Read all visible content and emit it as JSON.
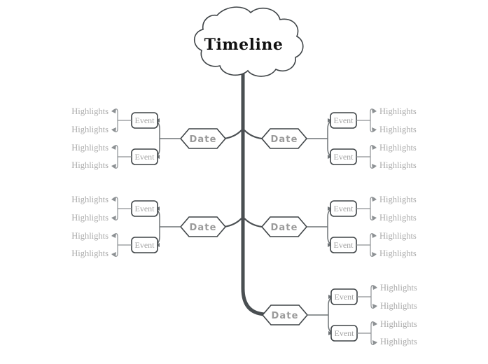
{
  "diagram": {
    "type": "mind-map",
    "title": "Timeline",
    "root": {
      "label": "Timeline",
      "shape": "cloud"
    },
    "labels": {
      "date": "Date",
      "event": "Event",
      "highlight": "Highlights"
    },
    "colors": {
      "background": "#ffffff",
      "trunk": "#4a4f52",
      "outline": "#3f4447",
      "connector": "#8d9194",
      "root_text": "#111111",
      "date_text": "#9a9a9a",
      "event_text": "#a3a3a3",
      "highlight_text": "#aaaaaa"
    },
    "branches": [
      {
        "id": "branch-left-1",
        "side": "left",
        "date": "Date",
        "events": [
          {
            "event": "Event",
            "highlights": [
              "Highlights",
              "Highlights"
            ]
          },
          {
            "event": "Event",
            "highlights": [
              "Highlights",
              "Highlights"
            ]
          }
        ]
      },
      {
        "id": "branch-right-1",
        "side": "right",
        "date": "Date",
        "events": [
          {
            "event": "Event",
            "highlights": [
              "Highlights",
              "Highlights"
            ]
          },
          {
            "event": "Event",
            "highlights": [
              "Highlights",
              "Highlights"
            ]
          }
        ]
      },
      {
        "id": "branch-left-2",
        "side": "left",
        "date": "Date",
        "events": [
          {
            "event": "Event",
            "highlights": [
              "Highlights",
              "Highlights"
            ]
          },
          {
            "event": "Event",
            "highlights": [
              "Highlights",
              "Highlights"
            ]
          }
        ]
      },
      {
        "id": "branch-right-2",
        "side": "right",
        "date": "Date",
        "events": [
          {
            "event": "Event",
            "highlights": [
              "Highlights",
              "Highlights"
            ]
          },
          {
            "event": "Event",
            "highlights": [
              "Highlights",
              "Highlights"
            ]
          }
        ]
      },
      {
        "id": "branch-right-3",
        "side": "right",
        "date": "Date",
        "events": [
          {
            "event": "Event",
            "highlights": [
              "Highlights",
              "Highlights"
            ]
          },
          {
            "event": "Event",
            "highlights": [
              "Highlights",
              "Highlights"
            ]
          }
        ]
      }
    ]
  }
}
